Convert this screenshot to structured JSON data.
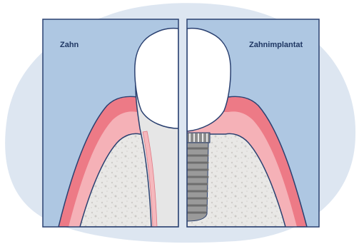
{
  "labels": {
    "left_panel": "Zahn",
    "right_panel": "Zahnimplantat"
  },
  "panels": [
    {
      "id": "natural-tooth",
      "subject": "tooth"
    },
    {
      "id": "dental-implant",
      "subject": "implant"
    }
  ],
  "colors": {
    "backdrop_blob": "#dde6f1",
    "panel_bg": "#aec7e2",
    "panel_border": "#2a4070",
    "outline": "#2a4070",
    "gum_outer": "#ed7a86",
    "gum_inner": "#f5b1b7",
    "bone": "#e9e8e6",
    "bone_speckle": "#cfcdca",
    "tooth_crown": "#ffffff",
    "tooth_root": "#e6e6e6",
    "root_canal": "#f5b8bd",
    "implant_metal": "#9a9a9a",
    "implant_thread": "#6e6e6e"
  }
}
